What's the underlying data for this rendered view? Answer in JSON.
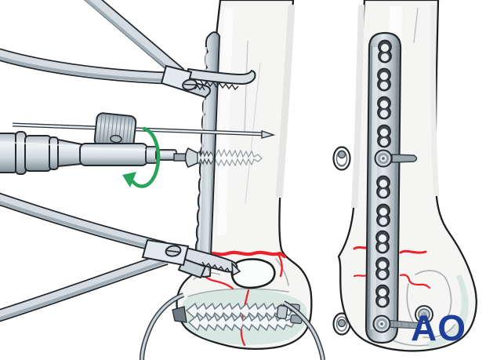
{
  "document": {
    "kind": "surgical technique illustration",
    "subject": "Plate fixation of a distal fracture: reduction with pointed forceps, K-wire, screw insertion, lag screws and cerclage wire; frontal view of applied combination-hole plate",
    "background_color": "#ffffff"
  },
  "logo": {
    "text": "AO",
    "color": "#1e3e97"
  },
  "colors": {
    "outline": "#23282c",
    "bone": "#f5f5f4",
    "cartilage": "#d9e7e2",
    "metal_light": "#dfe6ea",
    "metal_mid": "#b9c6cd",
    "metal_dark": "#8795a0",
    "fracture_line": "#e8232a",
    "rotation_arrow": "#27a35a",
    "cerclage_wire": "#c9d2d7"
  },
  "left_panel": {
    "view": "lateral view during fixation",
    "components": [
      "pointed-reduction-forceps-proximal",
      "pointed-reduction-forceps-distal",
      "kirschner-wire-with-stop",
      "screwdriver",
      "cortex-screw-being-inserted",
      "rotation-arrow",
      "plate-edge-on",
      "olecranon-fossa",
      "lag-screws",
      "cerclage-wire",
      "fracture-lines"
    ]
  },
  "right_panel": {
    "view": "frontal view with plate applied",
    "components": [
      "long-combination-hole-plate",
      "plate-screw-heads",
      "guide-pin",
      "lag-screw-shaft",
      "screw-head-end-views",
      "fracture-lines"
    ],
    "plate": {
      "combination_holes": 11,
      "screws_in_holes": 2
    }
  }
}
